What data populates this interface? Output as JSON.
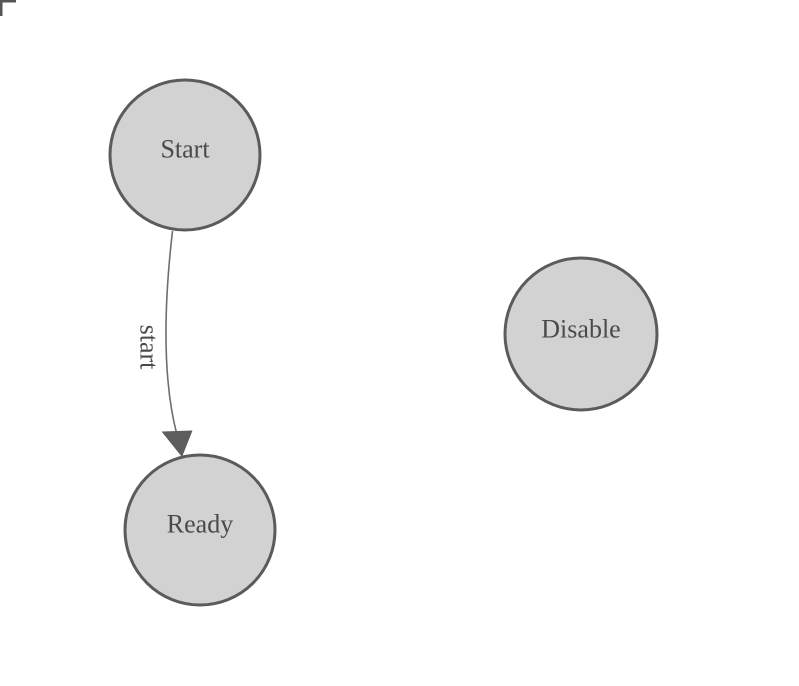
{
  "diagram": {
    "nodes": [
      {
        "label": "Start"
      },
      {
        "label": "Ready"
      },
      {
        "label": "Disable"
      }
    ],
    "edge": {
      "label": "start",
      "from": "Start",
      "to": "Ready"
    },
    "colors": {
      "background": "#ffffff",
      "node_fill": "#d2d2d2",
      "node_stroke": "#5b5b5b",
      "label_text": "#4a4a4a",
      "edge_stroke": "#6e6e6e",
      "arrowhead": "#5d5d5d",
      "corner_mark": "#555555"
    }
  }
}
